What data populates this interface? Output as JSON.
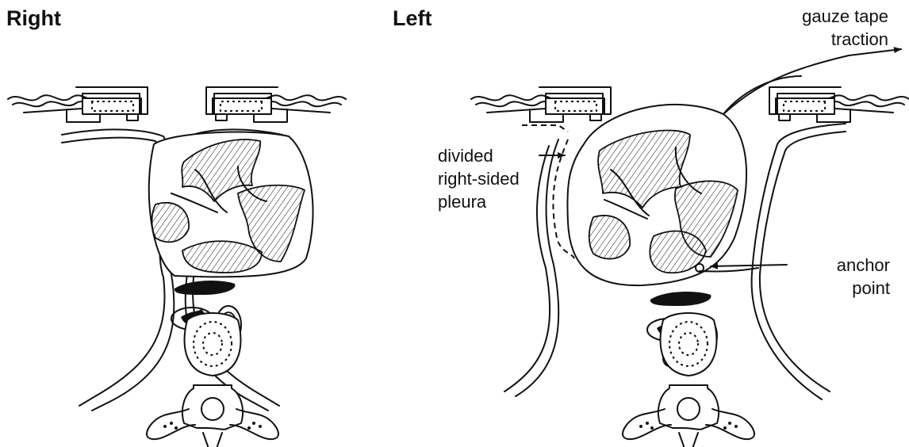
{
  "panels": [
    {
      "id": "right",
      "heading": "Right"
    },
    {
      "id": "left",
      "heading": "Left"
    }
  ],
  "labels": {
    "gauze_line1": "gauze tape",
    "gauze_line2": "traction",
    "pleura_line1": "divided",
    "pleura_line2": "right-sided",
    "pleura_line3": "pleura",
    "anchor_line1": "anchor",
    "anchor_line2": "point"
  }
}
